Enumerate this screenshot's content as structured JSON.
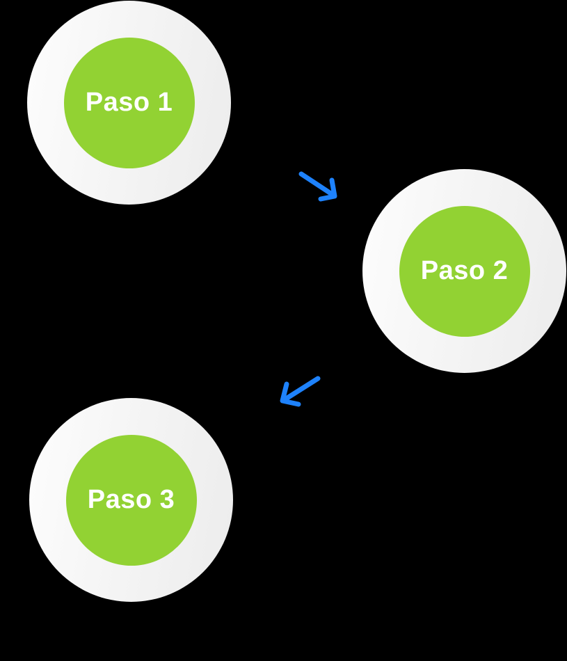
{
  "diagram": {
    "background_color": "#000000"
  },
  "steps": [
    {
      "label": "Paso 1"
    },
    {
      "label": "Paso 2"
    },
    {
      "label": "Paso 3"
    }
  ],
  "arrows": [
    {
      "name": "arrow-step1-to-step2",
      "direction": "down-right"
    },
    {
      "name": "arrow-step2-to-step3",
      "direction": "down-left"
    }
  ],
  "colors": {
    "bg": "#000000",
    "step-green": "#92d233",
    "arrow-blue": "#1e82fc",
    "ring-light": "#fdfdfd",
    "ring-mid": "#f5f5f5",
    "ring-dark": "#ececec",
    "label-color": "#ffffff"
  }
}
